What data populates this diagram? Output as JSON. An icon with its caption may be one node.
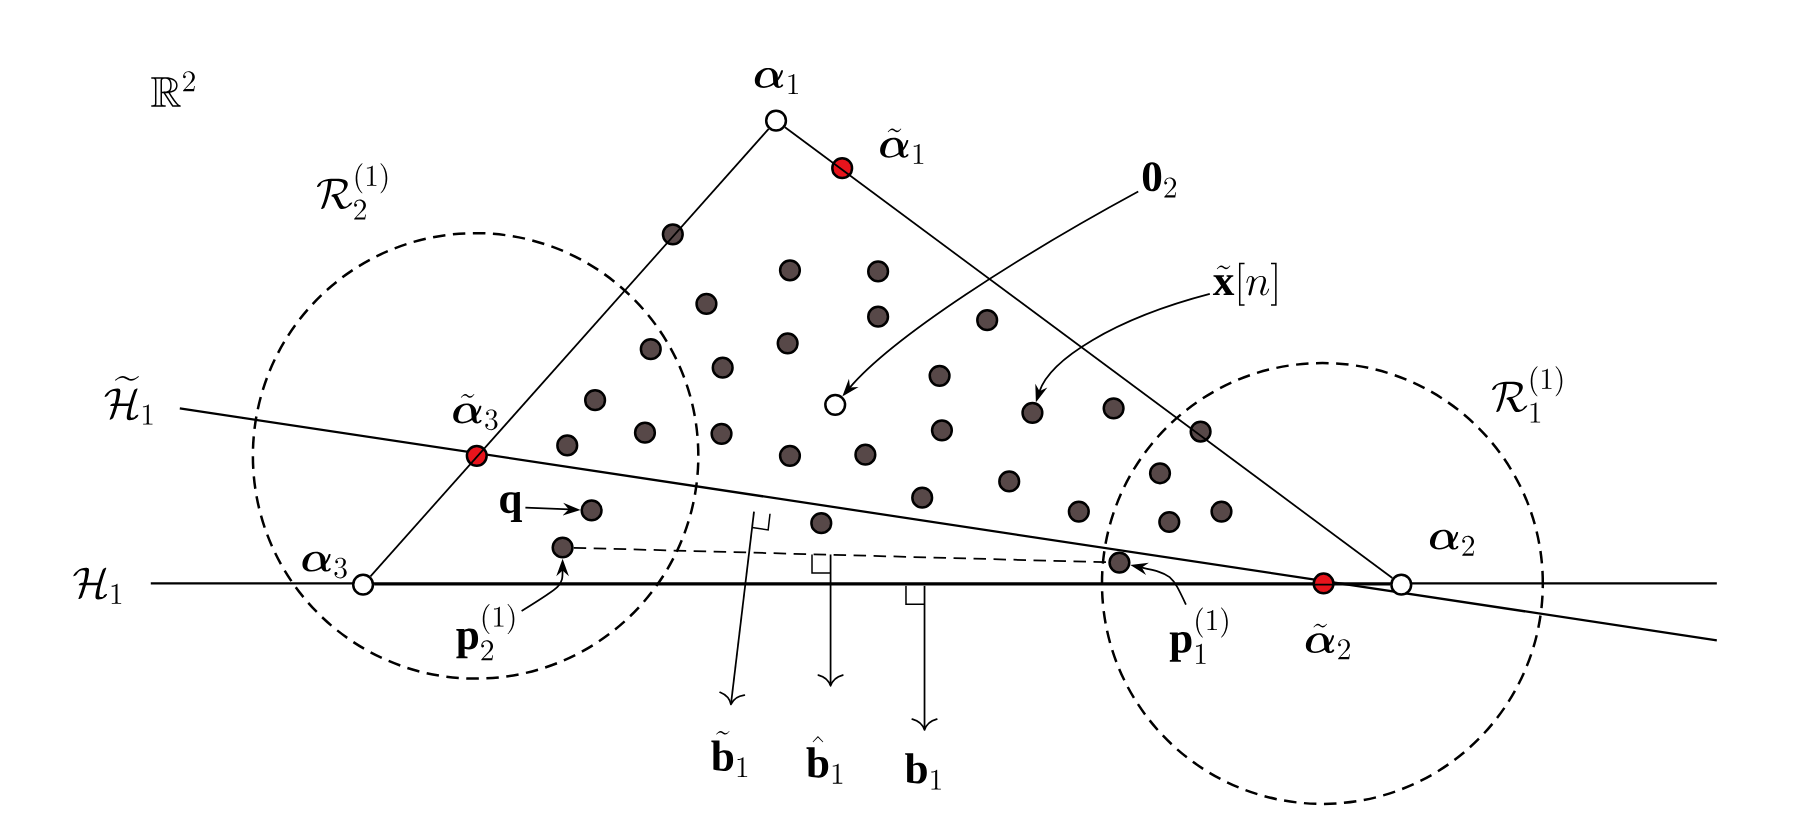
{
  "diagram": {
    "nodes": [
      {
        "text": [],
        "shape": "circle",
        "beside": [
          "\\boldsymbol{\\alpha}_1"
        ]
      },
      {
        "text": [],
        "shape": "circle",
        "beside": [
          "\\tilde{\\boldsymbol{\\alpha}}_1"
        ]
      },
      {
        "text": [],
        "shape": "circle",
        "beside": [
          "\\tilde{\\boldsymbol{\\alpha}}_3"
        ]
      },
      {
        "text": [],
        "shape": "circle",
        "beside": [
          "\\boldsymbol{\\alpha}_3"
        ]
      },
      {
        "text": [],
        "shape": "circle",
        "beside": [
          "\\tilde{\\boldsymbol{\\alpha}}_2"
        ]
      },
      {
        "text": [],
        "shape": "circle",
        "beside": [
          "\\boldsymbol{\\alpha}_2"
        ]
      },
      {
        "text": [],
        "shape": "circle"
      },
      {
        "text": [
          "\\mathbf{0}_2"
        ]
      },
      {
        "text": [
          "\\tilde{\\mathbf{x}}[n]"
        ]
      },
      {
        "text": [
          "\\mathbf{q}"
        ]
      },
      {
        "text": [
          "\\mathbf{p}_2^{(1)}"
        ]
      },
      {
        "text": [
          "\\mathbf{p}_1^{(1)}"
        ]
      },
      {
        "text": [],
        "shape": "circle"
      },
      {
        "text": [],
        "shape": "circle"
      },
      {
        "text": [],
        "shape": "circle"
      },
      {
        "text": [],
        "shape": "circle"
      },
      {
        "text": [],
        "shape": "circle"
      },
      {
        "text": [],
        "shape": "circle"
      },
      {
        "text": [],
        "shape": "circle"
      },
      {
        "text": [],
        "shape": "circle"
      },
      {
        "text": [],
        "shape": "circle"
      },
      {
        "text": [],
        "shape": "circle"
      },
      {
        "text": [],
        "shape": "circle"
      },
      {
        "text": [],
        "shape": "circle"
      },
      {
        "text": [],
        "shape": "circle"
      },
      {
        "text": [],
        "shape": "circle"
      },
      {
        "text": [],
        "shape": "circle"
      },
      {
        "text": [],
        "shape": "circle"
      },
      {
        "text": [],
        "shape": "circle"
      },
      {
        "text": [],
        "shape": "circle"
      },
      {
        "text": [],
        "shape": "circle"
      },
      {
        "text": [],
        "shape": "circle"
      },
      {
        "text": [],
        "shape": "circle"
      },
      {
        "text": [],
        "shape": "circle"
      },
      {
        "text": [],
        "shape": "circle"
      },
      {
        "text": [],
        "shape": "circle"
      },
      {
        "text": [],
        "shape": "circle"
      },
      {
        "text": [],
        "shape": "circle"
      },
      {
        "text": [],
        "shape": "circle"
      },
      {
        "text": [],
        "shape": "circle"
      },
      {
        "text": [],
        "shape": "circle"
      },
      {
        "text": [],
        "shape": "circle"
      }
    ],
    "edges": [
      {
        "from": 0,
        "to": 5,
        "arrow": "none"
      },
      {
        "from": 0,
        "to": 3,
        "arrow": "none"
      },
      {
        "from": 3,
        "to": 5,
        "arrow": "none"
      },
      {
        "from": 14,
        "to": 15,
        "arrow": "none",
        "style": "dashed"
      },
      {
        "from": 7,
        "to": 6,
        "arrow": "to"
      },
      {
        "from": 8,
        "to": 12,
        "arrow": "to"
      },
      {
        "from": 9,
        "to": 13,
        "arrow": "to"
      },
      {
        "from": 10,
        "to": 14,
        "arrow": "to"
      },
      {
        "from": 11,
        "to": 15,
        "arrow": "to"
      }
    ],
    "labels": [
      "\\mathbb{R}^2",
      "\\mathcal{R}_2^{(1)}",
      "\\widetilde{\\mathcal{H}}_1",
      "\\mathcal{R}_1^{(1)}",
      "\\mathcal{H}_1",
      "\\tilde{\\mathbf{b}}_1",
      "\\hat{\\mathbf{b}}_1",
      "\\mathbf{b}_1"
    ]
  }
}
